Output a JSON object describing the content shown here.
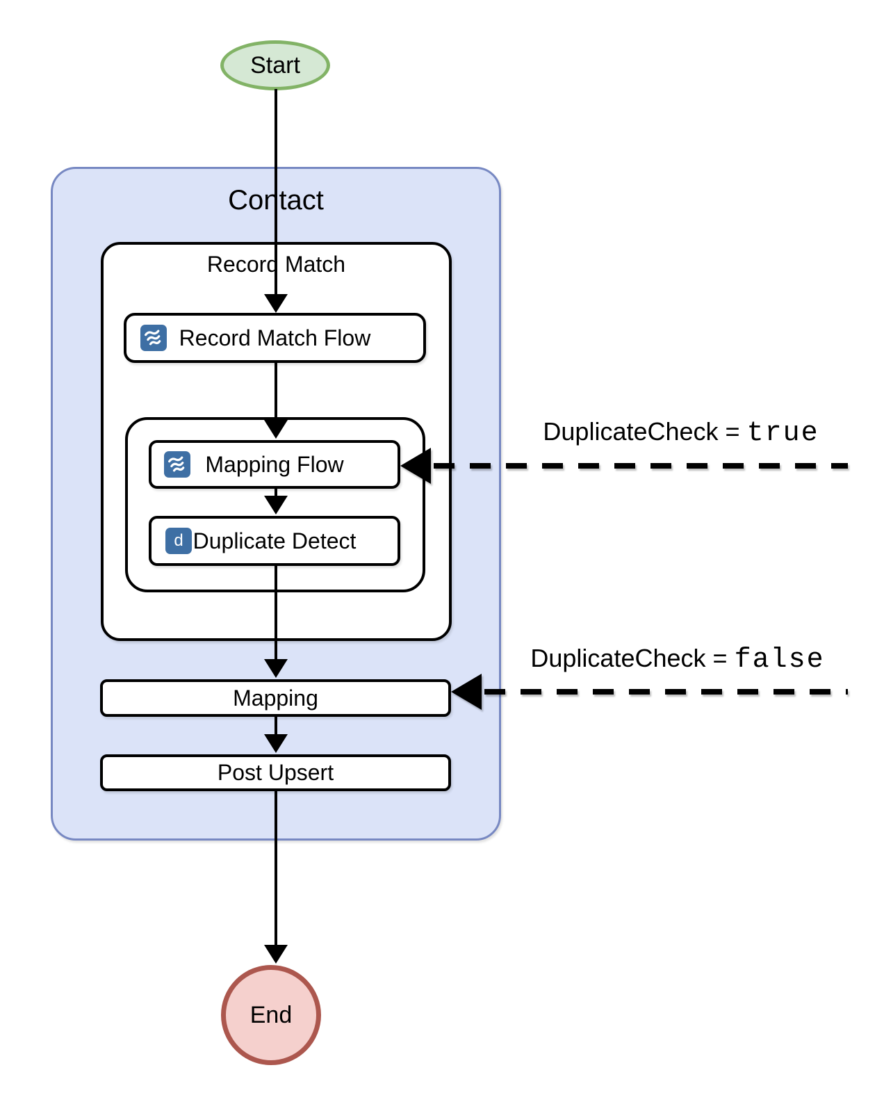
{
  "flowchart": {
    "start": {
      "label": "Start",
      "fill": "#d5e8d4",
      "stroke": "#82b366"
    },
    "contact_group": {
      "label": "Contact",
      "fill": "#dbe3f8",
      "stroke": "#7788c2"
    },
    "record_match_group": {
      "label": "Record Match"
    },
    "nodes": {
      "record_match_flow": {
        "label": "Record Match Flow",
        "icon": "flow-icon"
      },
      "mapping_flow": {
        "label": "Mapping Flow",
        "icon": "flow-icon"
      },
      "duplicate_detect": {
        "label": "Duplicate Detect",
        "icon": "duplicate-detect-icon",
        "icon_letter": "d"
      },
      "mapping": {
        "label": "Mapping"
      },
      "post_upsert": {
        "label": "Post Upsert"
      }
    },
    "end": {
      "label": "End",
      "fill": "#f5d0cd",
      "stroke": "#ac574e"
    },
    "annotations": {
      "duplicate_true": {
        "condition": "DuplicateCheck =",
        "value": "true"
      },
      "duplicate_false": {
        "condition": "DuplicateCheck =",
        "value": "false"
      }
    },
    "icon_color": "#3e6fa4"
  }
}
